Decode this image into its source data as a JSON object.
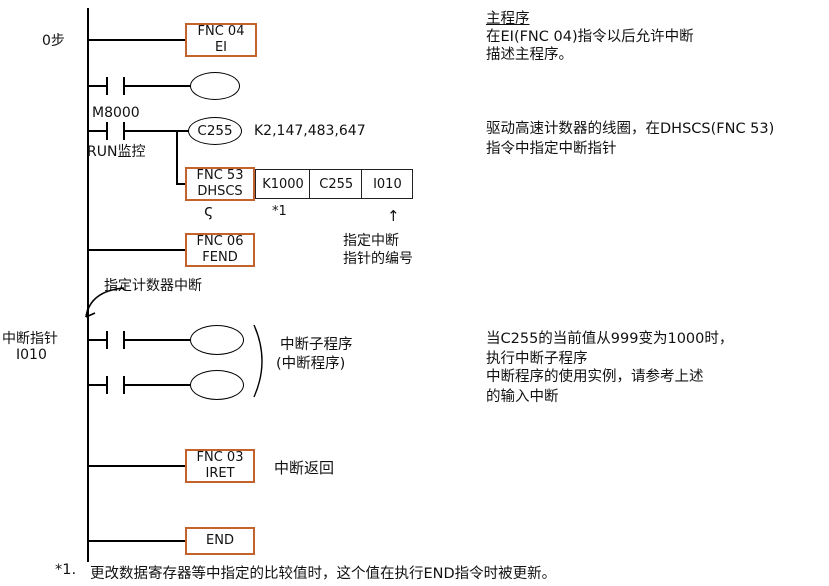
{
  "diagram": {
    "step_label": "0步",
    "m8000_label": "M8000",
    "run_monitor_label": "RUN监控",
    "k_value": "K2,147,483,647",
    "continuation_mark": "ς",
    "star1": "*1",
    "pointer_arrow": "↑",
    "pointer_note": [
      "指定中断",
      "指针的编号"
    ],
    "counter_interrupt_note": "指定计数器中断",
    "interrupt_pointer": [
      "中断指针",
      "I010"
    ],
    "interrupt_sub_note": [
      "中断子程序",
      "(中断程序)"
    ],
    "iret_note": "中断返回",
    "blocks": {
      "fnc04": [
        "FNC 04",
        "EI"
      ],
      "c255": "C255",
      "fnc53": [
        "FNC 53",
        "DHSCS"
      ],
      "operands": [
        "K1000",
        "C255",
        "I010"
      ],
      "fnc06": [
        "FNC 06",
        "FEND"
      ],
      "fnc03": [
        "FNC 03",
        "IRET"
      ],
      "end": "END"
    }
  },
  "notes": {
    "title": "主程序",
    "para1": [
      "在EI(FNC 04)指令以后允许中断",
      "描述主程序。"
    ],
    "para2": [
      "驱动高速计数器的线圈，在DHSCS(FNC 53)",
      "指令中指定中断指针"
    ],
    "para3": [
      "当C255的当前值从999变为1000时，",
      "执行中断子程序",
      "中断程序的使用实例，请参考上述",
      "的输入中断"
    ]
  },
  "footnote": {
    "marker": "*1.",
    "text": "更改数据寄存器等中指定的比较值时，这个值在执行END指令时被更新。"
  },
  "colors": {
    "box_border": "#c4622d",
    "line": "#000000"
  }
}
